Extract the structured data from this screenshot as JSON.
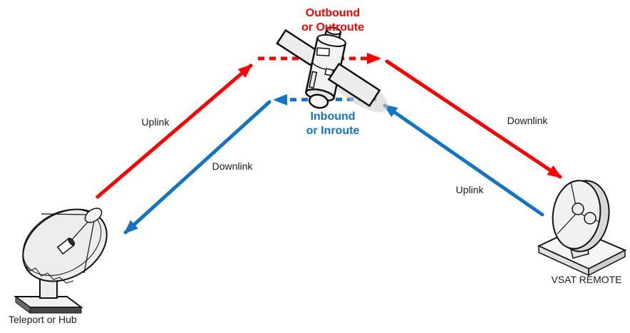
{
  "colors": {
    "link_red": "#ff0000",
    "link_blue": "#1474c4",
    "text_dark": "#1a1a1a"
  },
  "satellite": {
    "outbound_line1": "Outbound",
    "outbound_line2": "or Outroute",
    "inbound_line1": "Inbound",
    "inbound_line2": "or Inroute"
  },
  "links": {
    "hub_uplink_label": "Uplink",
    "hub_downlink_label": "Downlink",
    "remote_downlink_label": "Downlink",
    "remote_uplink_label": "Uplink"
  },
  "stations": {
    "teleport_label": "Teleport or Hub",
    "vsat_label": "VSAT REMOTE"
  }
}
